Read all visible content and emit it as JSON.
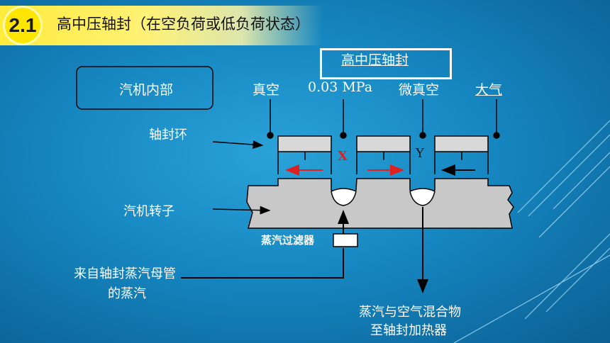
{
  "header": {
    "section_number": "2.1",
    "title": "高中压轴封（在空负荷或低负荷状态）"
  },
  "diagram": {
    "title": "高中压轴封",
    "box_label": "汽机内部",
    "pressure_labels": {
      "vacuum": "真空",
      "pressure": "0.03 MPa",
      "micro_vacuum": "微真空",
      "atmosphere": "大气"
    },
    "point_labels": {
      "x": "X",
      "y": "Y"
    },
    "callouts": {
      "seal_ring": "轴封环",
      "rotor": "汽机转子",
      "filter": "蒸汽过滤器",
      "steam_source": [
        "来自轴封蒸汽母管",
        "的蒸汽"
      ],
      "exhaust": [
        "蒸汽与空气混合物",
        "至轴封加热器"
      ]
    },
    "colors": {
      "flow_arrow": "#e02020",
      "label": "#ffffff",
      "rotor_fill": "#c8c8c8"
    }
  }
}
